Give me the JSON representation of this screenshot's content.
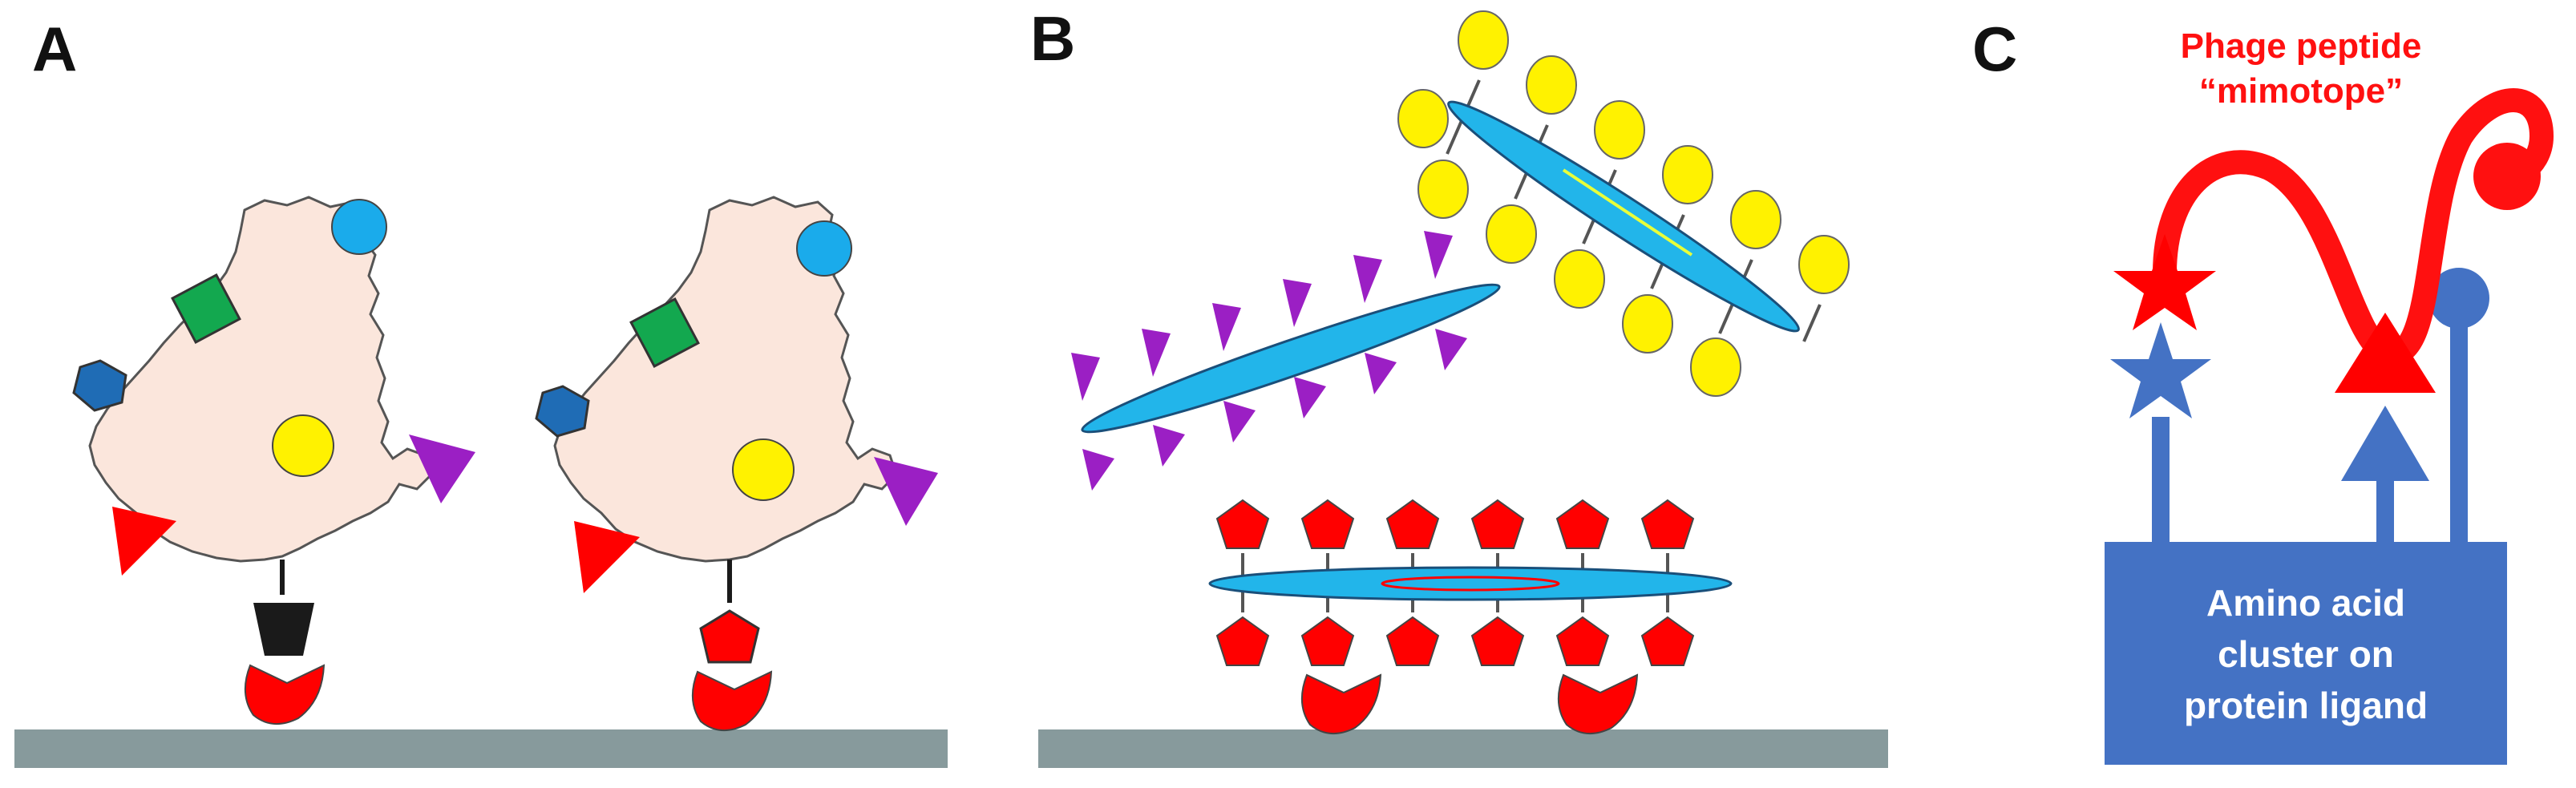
{
  "panels": {
    "a": {
      "label": "A"
    },
    "b": {
      "label": "B"
    },
    "c": {
      "label": "C",
      "mimotope_label_line1": "Phage peptide",
      "mimotope_label_line2": "“mimotope”",
      "cluster_label_line1": "Amino acid",
      "cluster_label_line2": "cluster on",
      "cluster_label_line3": "protein ligand"
    }
  },
  "colors": {
    "surface": "#879a9c",
    "protein_body": "#fbe6dc",
    "cyan_circle": "#1aabeb",
    "green_square": "#13a84f",
    "blue_pentagon": "#1f6cb5",
    "yellow": "#fff200",
    "purple_triangle": "#9b1fc4",
    "red": "#ff0000",
    "dark_linker": "#1a1a1a",
    "rod": "#22b5ea",
    "phage_red": "#ff1010",
    "cluster_blue": "#4472c4"
  },
  "icons": {
    "receptor": "red-cup-receptor-icon",
    "ligand_tag": "black-trapezoid-icon",
    "star": "star-icon",
    "triangle": "triangle-icon",
    "circle": "circle-icon"
  }
}
